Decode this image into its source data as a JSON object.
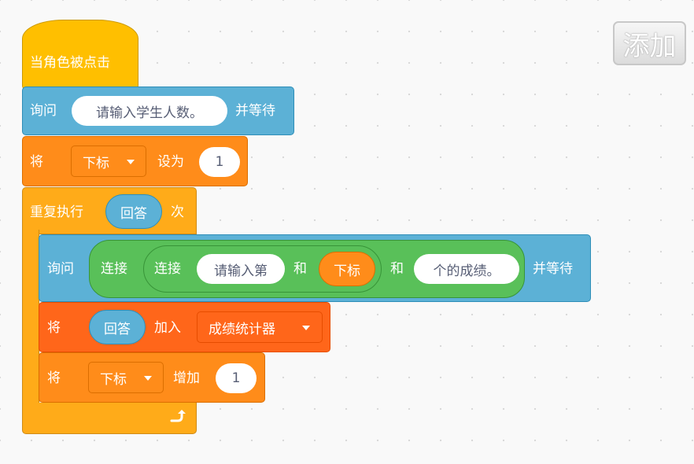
{
  "add_button": {
    "label": "添加"
  },
  "hat": {
    "label": "当角色被点击"
  },
  "ask1": {
    "label": "询问",
    "input": "请输入学生人数。",
    "suffix": "并等待"
  },
  "set_var": {
    "label": "将",
    "variable": "下标",
    "mid": "设为",
    "value": "1"
  },
  "repeat": {
    "label": "重复执行",
    "times_reporter": "回答",
    "suffix": "次"
  },
  "ask2": {
    "label": "询问",
    "join_outer": {
      "label": "连接",
      "and": "和",
      "text": "个的成绩。"
    },
    "join_inner": {
      "label": "连接",
      "text": "请输入第",
      "and": "和",
      "variable": "下标"
    },
    "suffix": "并等待"
  },
  "add_list": {
    "label": "将",
    "reporter": "回答",
    "mid": "加入",
    "list": "成绩统计器"
  },
  "change_var": {
    "label": "将",
    "variable": "下标",
    "mid": "增加",
    "value": "1"
  },
  "icons": {
    "loop_arrow": "loop-arrow-icon",
    "dropdown": "caret-down-icon"
  }
}
